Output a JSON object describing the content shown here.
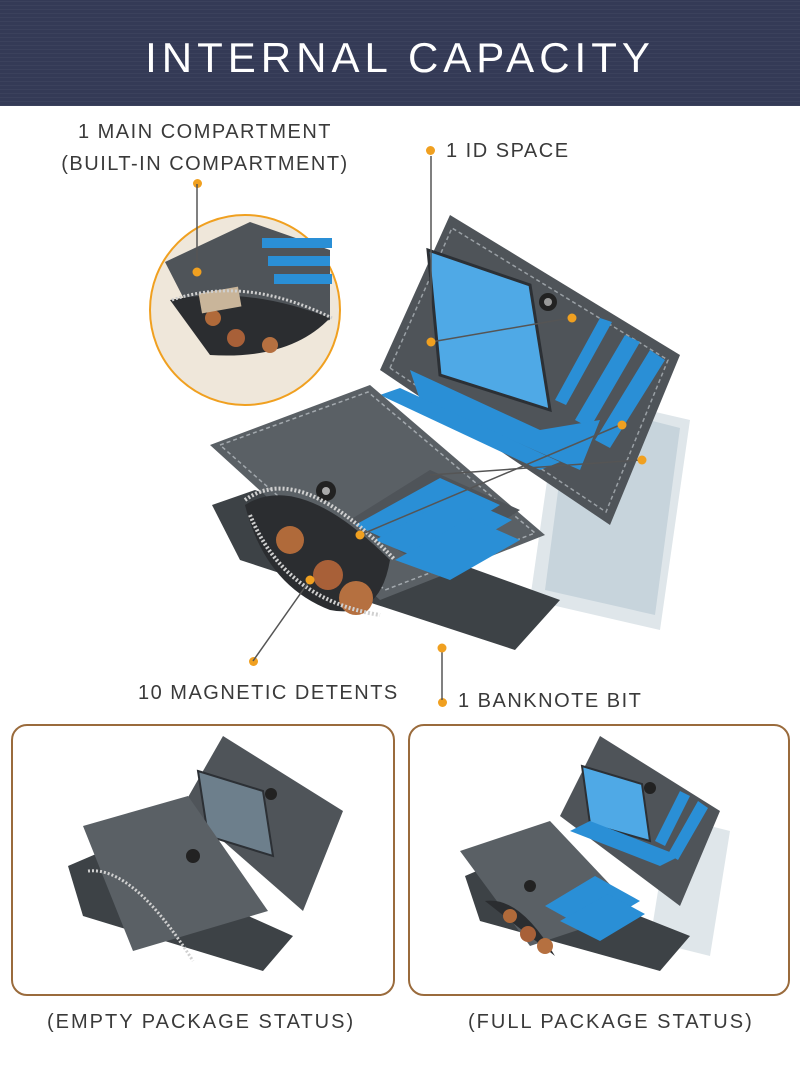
{
  "header": {
    "title": "INTERNAL CAPACITY"
  },
  "callouts": {
    "main_compartment_line1": "1 MAIN COMPARTMENT",
    "main_compartment_line2": "(BUILT-IN COMPARTMENT)",
    "id_space": "1 ID SPACE",
    "magnetic_detents": "10 MAGNETIC DETENTS",
    "banknote_bit": "1 BANKNOTE BIT"
  },
  "captions": {
    "empty": "(EMPTY PACKAGE STATUS)",
    "full": "(FULL PACKAGE STATUS)"
  },
  "colors": {
    "header_bg": "#343a56",
    "accent_dot": "#f0a020",
    "panel_border": "#9a6b3c",
    "wallet_leather": "#4f5459",
    "card_blue": "#2a8fd6"
  }
}
